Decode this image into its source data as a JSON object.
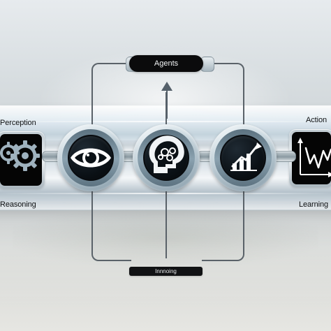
{
  "diagram": {
    "top_label": "Agents",
    "bottom_label": "Innnoing",
    "left_top_label": "Perception",
    "left_bottom_label": "Reasoning",
    "right_top_label": "Action",
    "right_bottom_label": "Learning",
    "icons": {
      "left_panel": "gears-icon",
      "eye": "eye-icon",
      "head": "head-brain-icon",
      "growth": "growth-chart-icon",
      "right_panel": "line-chart-icon"
    }
  }
}
